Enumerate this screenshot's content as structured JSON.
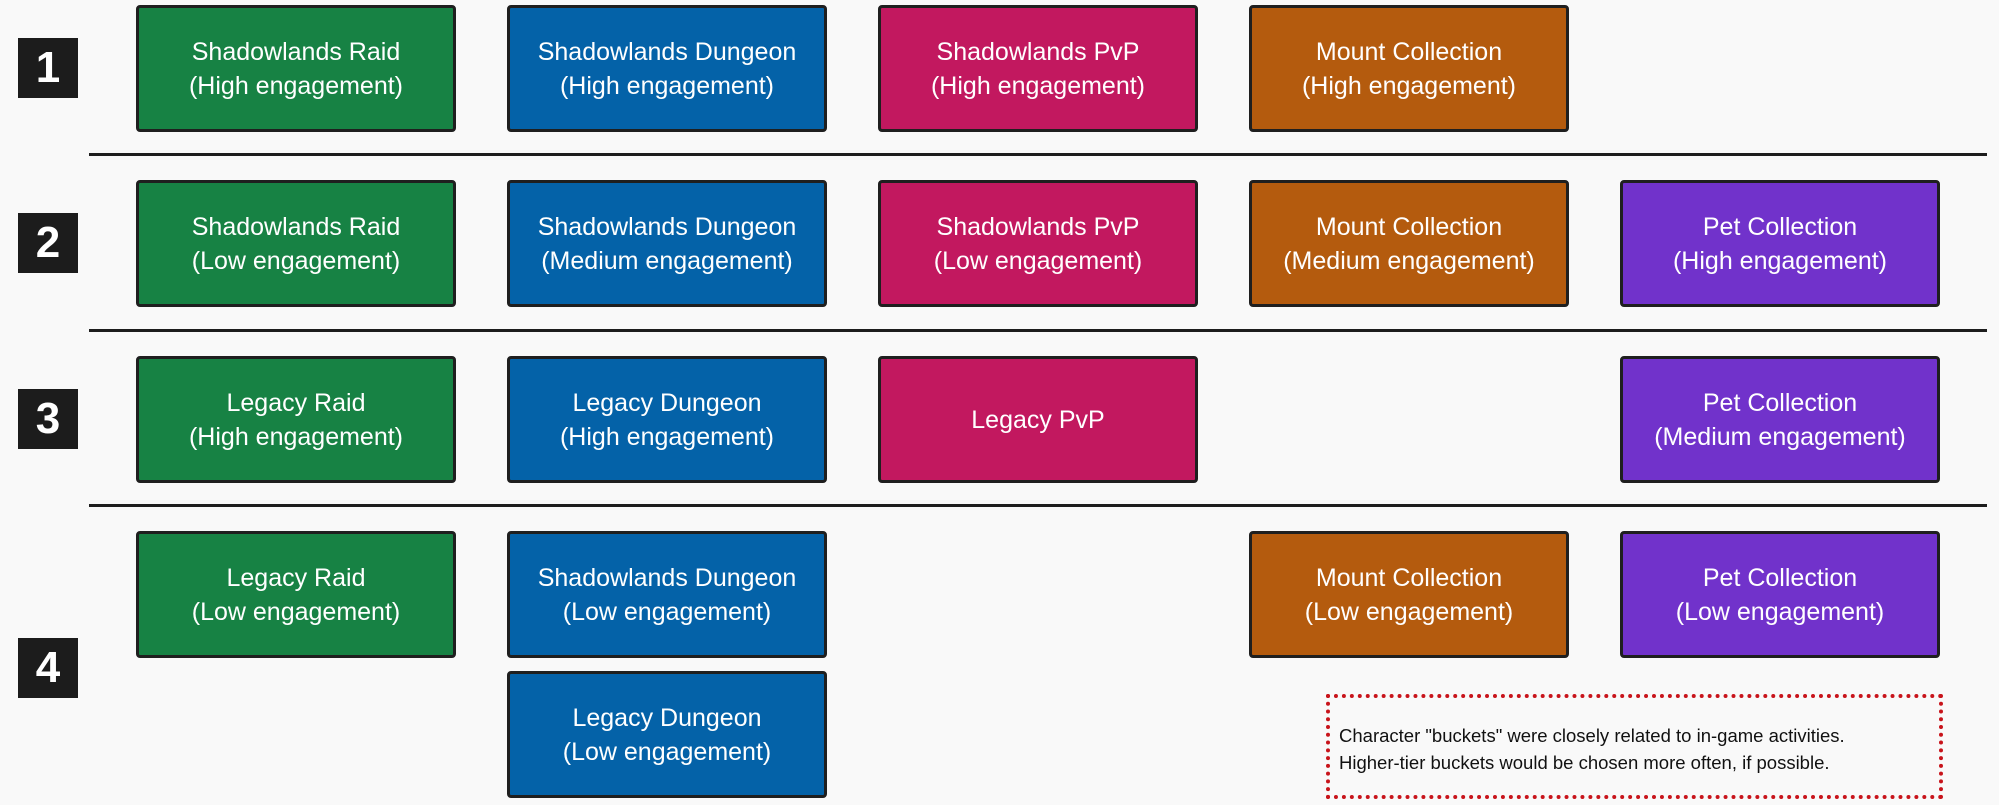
{
  "tiers": [
    "1",
    "2",
    "3",
    "4"
  ],
  "boxes": {
    "r1_raid": {
      "title": "Shadowlands Raid",
      "sub": "(High engagement)"
    },
    "r1_dungeon": {
      "title": "Shadowlands Dungeon",
      "sub": "(High engagement)"
    },
    "r1_pvp": {
      "title": "Shadowlands PvP",
      "sub": "(High engagement)"
    },
    "r1_mount": {
      "title": "Mount Collection",
      "sub": "(High engagement)"
    },
    "r2_raid": {
      "title": "Shadowlands Raid",
      "sub": "(Low engagement)"
    },
    "r2_dungeon": {
      "title": "Shadowlands Dungeon",
      "sub": "(Medium engagement)"
    },
    "r2_pvp": {
      "title": "Shadowlands PvP",
      "sub": "(Low engagement)"
    },
    "r2_mount": {
      "title": "Mount Collection",
      "sub": "(Medium engagement)"
    },
    "r2_pet": {
      "title": "Pet Collection",
      "sub": "(High engagement)"
    },
    "r3_raid": {
      "title": "Legacy Raid",
      "sub": "(High engagement)"
    },
    "r3_dungeon": {
      "title": "Legacy Dungeon",
      "sub": "(High engagement)"
    },
    "r3_pvp": {
      "title": "Legacy PvP"
    },
    "r3_pet": {
      "title": "Pet Collection",
      "sub": "(Medium engagement)"
    },
    "r4_raid": {
      "title": "Legacy Raid",
      "sub": "(Low engagement)"
    },
    "r4_dungeon": {
      "title": "Shadowlands Dungeon",
      "sub": "(Low engagement)"
    },
    "r4_mount": {
      "title": "Mount Collection",
      "sub": "(Low engagement)"
    },
    "r4_pet": {
      "title": "Pet Collection",
      "sub": "(Low engagement)"
    },
    "r4_dungeon2": {
      "title": "Legacy Dungeon",
      "sub": "(Low engagement)"
    }
  },
  "colors": {
    "raid": "#178244",
    "dungeon": "#0462a8",
    "pvp": "#c2185f",
    "mount": "#b45b0e",
    "pet": "#7132cb",
    "note_border": "#c8141b"
  },
  "note": {
    "line1": "Character \"buckets\" were closely related to in-game activities.",
    "line2": "Higher-tier buckets would be chosen more often, if possible."
  }
}
